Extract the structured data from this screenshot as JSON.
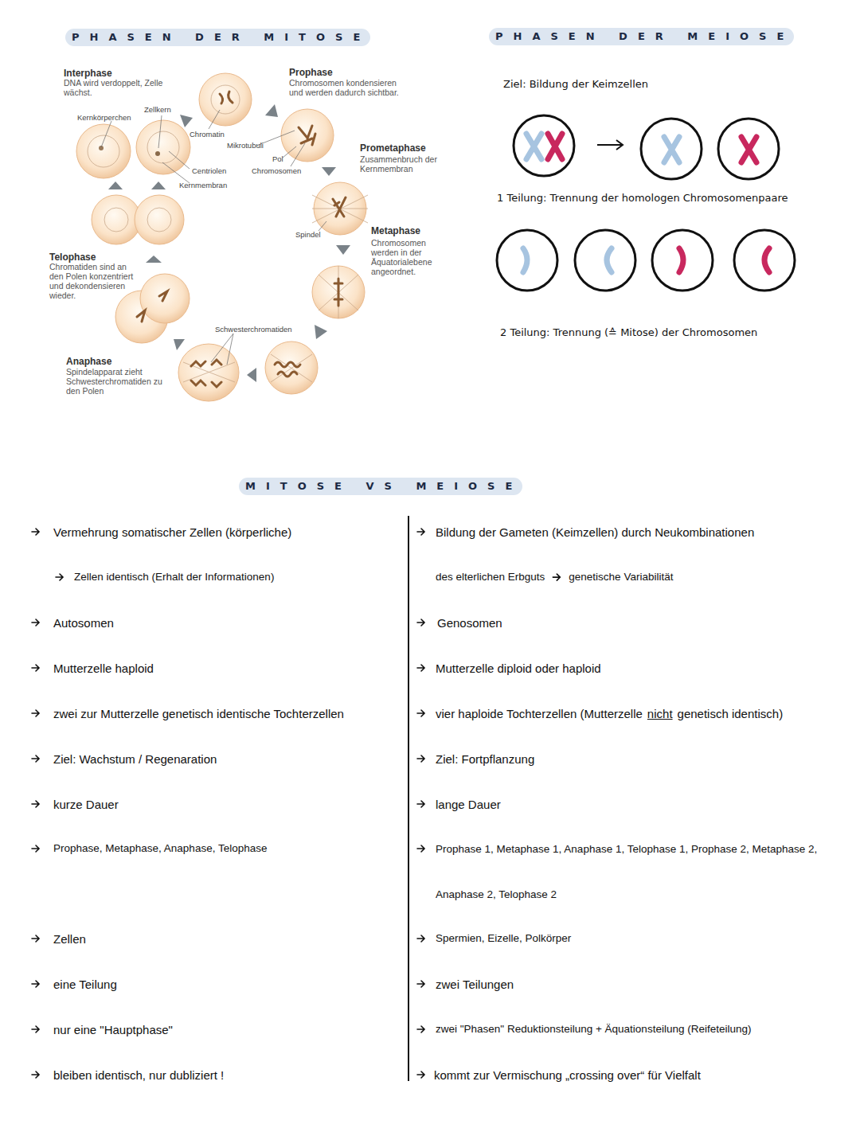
{
  "diagram": {
    "labels": [
      "PHASEN DER MITOSE",
      "Interphase",
      "DNA wird verdoppelt, Zelle wächst.",
      "Prophase",
      "Chromosomen kondensieren und werden dadurch sichtbar.",
      "Kernkörperchen",
      "Zellkern",
      "Chromatin",
      "Mikrotubuli",
      "Pol",
      "Chromosomen",
      "Centriolen",
      "Kernmembran",
      "Prometaphase",
      "Zusammenbruch der Kernmembran",
      "Spindel",
      "Metaphase",
      "Chromosomen werden in der Äquatorialebene angeordnet.",
      "Telophase",
      "Chromatiden sind an den Polen konzentriert und dekondensieren wieder.",
      "Schwesterchromatiden",
      "Anaphase",
      "Spindelapparat zieht Schwesterchromatiden zu den Polen",
      "PHASEN DER MEIOSE",
      "Ziel: Bildung der Keimzellen",
      "1 Teilung: Trennung der homologen Chromosomenpaare",
      "2 Teilung: Trennung (≙ Mitose) der Chromosomen",
      "MITOSE VS MEIOSE",
      "Vermehrung somatischer Zellen (körperliche)",
      "Zellen identisch (Erhalt der Informationen)",
      "Autosomen",
      "Mutterzelle haploid",
      "zwei zur Mutterzelle genetisch identische Tochterzellen",
      "Ziel: Wachstum / Regenaration",
      "kurze Dauer",
      "Prophase, Metaphase, Anaphase, Telophase",
      "Zellen",
      "eine Teilung",
      "nur eine \"Hauptphase\"",
      "bleiben identisch, nur dubliziert !",
      "Bildung der Gameten (Keimzellen) durch Neukombinationen",
      "des elterlichen Erbguts",
      "genetische Variabilität",
      "Genosomen",
      "Mutterzelle diploid oder haploid",
      "vier haploide Tochterzellen (Mutterzelle",
      "nicht",
      "genetisch identisch)",
      "Ziel: Fortpflanzung",
      "lange Dauer",
      "Prophase 1, Metaphase 1, Anaphase 1, Telophase 1, Prophase 2, Metaphase 2, Anaphase 2, Telophase 2",
      "Spermien, Eizelle, Polkörper",
      "zwei Teilungen",
      "zwei \"Phasen\" Reduktionsteilung + Äquationsteilung (Reifeteilung)",
      "kommt zur Vermischung „crossing over“ für Vielfalt"
    ]
  }
}
